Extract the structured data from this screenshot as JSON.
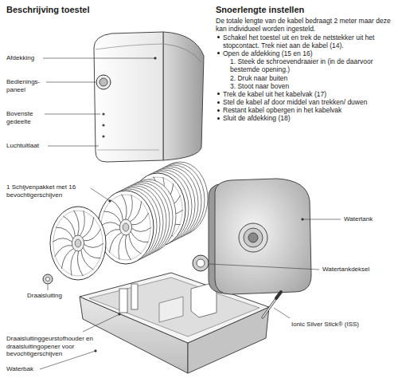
{
  "diagram": {
    "title": "Beschrijving toestel",
    "labels": [
      "Snoerlengte instellen",
      "De totale lengte van de kabel bedraagt 2 meter maar deze kan individueel worden ingesteld.",
      "Schakel het toestel uit en trek de netstekker uit het stopcontact. Trek niet aan de kabel (14).",
      "Open de afdekking (15 en 16)",
      "1. Steek de schroevendraaier in (in de daarvoor bestemde opening.)",
      "2. Druk naar buiten",
      "3. Stoot naar boven",
      "Trek de kabel uit het kabelvak (17)",
      "Stel de kabel af door middel van trekken/ duwen",
      "Restant kabel opbergen in het kabelvak",
      "Sluit de afdekking (18)",
      "Afdekking",
      "Bedienings- paneel",
      "Bovenste gedeelte",
      "Luchtuitlaat",
      "1 Schijvenpakket met 16 bevochtigerschijven",
      "Watertank",
      "Watertankdeksel",
      "Draaisluiting",
      "Ionic Silver Stick® (ISS)",
      "Draaisluitinggeurstofhouder en draaisluitingopener voor bevochtigerschijven",
      "Waterbak"
    ]
  }
}
